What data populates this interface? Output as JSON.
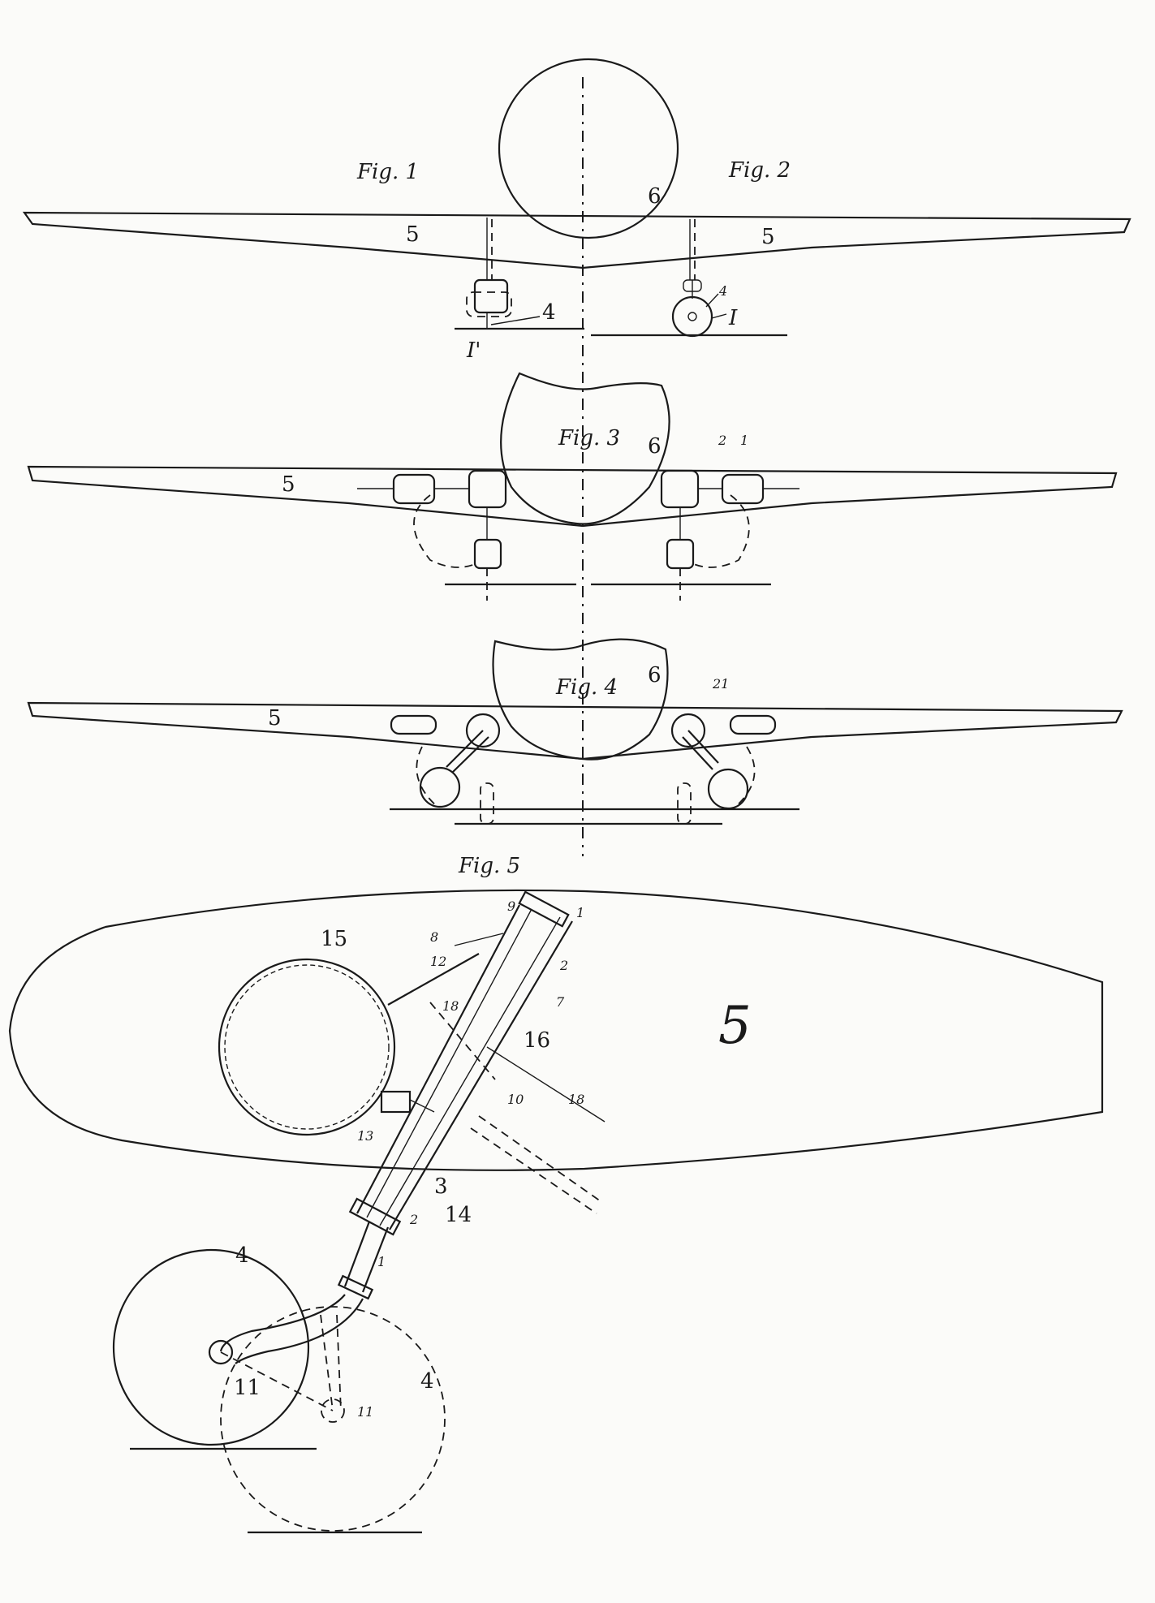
{
  "figures": {
    "fig1": {
      "label": "Fig. 1"
    },
    "fig2": {
      "label": "Fig. 2"
    },
    "fig3": {
      "label": "Fig. 3"
    },
    "fig4": {
      "label": "Fig. 4"
    },
    "fig5": {
      "label": "Fig. 5"
    }
  },
  "callouts": {
    "wing": "5",
    "fuselage": "6",
    "wheel": "4",
    "roman_one": "I",
    "roman_one_prime": "I'",
    "n1": "1",
    "n2": "2",
    "n3": "3",
    "n7": "7",
    "n8": "8",
    "n9": "9",
    "n10": "10",
    "n11": "11",
    "n12": "12",
    "n13": "13",
    "n14": "14",
    "n15": "15",
    "n16": "16",
    "n18": "18",
    "n21": "21"
  }
}
